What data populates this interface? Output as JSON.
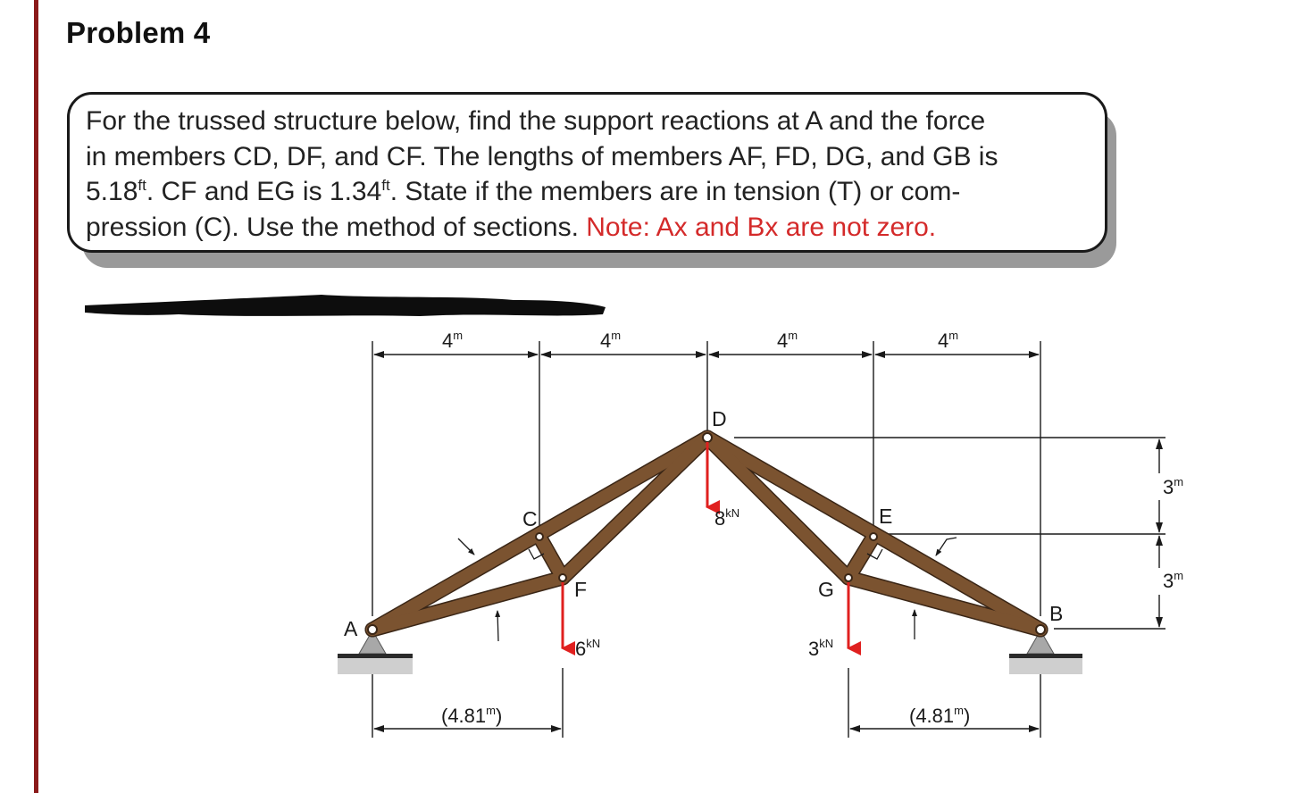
{
  "title": "Problem 4",
  "statement": {
    "line1": "For the trussed structure below, find the support reactions at A and the force",
    "line2": "in members CD, DF, and CF. The lengths of members AF, FD, DG, and GB is",
    "line3a": "5.18",
    "line3_unit1": "ft",
    "line3b": ".  CF and EG is 1.34",
    "line3_unit2": "ft",
    "line3c": ".  State if the members are in tension (T) or com-",
    "line4": "pression (C).  Use the method of sections.  ",
    "note": "Note: Ax and Bx are not zero."
  },
  "diagram": {
    "joints": {
      "A": "A",
      "B": "B",
      "C": "C",
      "D": "D",
      "E": "E",
      "F": "F",
      "G": "G"
    },
    "top_dims": [
      {
        "value": "4",
        "unit": "m"
      },
      {
        "value": "4",
        "unit": "m"
      },
      {
        "value": "4",
        "unit": "m"
      },
      {
        "value": "4",
        "unit": "m"
      }
    ],
    "right_dims": [
      {
        "value": "3",
        "unit": "m"
      },
      {
        "value": "3",
        "unit": "m"
      }
    ],
    "bottom_dims": [
      {
        "text": "(4.81",
        "unit": "m",
        "close": ")"
      },
      {
        "text": "(4.81",
        "unit": "m",
        "close": ")"
      }
    ],
    "loads": [
      {
        "value": "6",
        "unit": "kN",
        "at": "F"
      },
      {
        "value": "8",
        "unit": "kN",
        "at": "D"
      },
      {
        "value": "3",
        "unit": "kN",
        "at": "G"
      }
    ],
    "colors": {
      "member": "#7b5330",
      "member_edge": "#3a2616",
      "load": "#e0201f",
      "support": "#a8a8a8",
      "accent": "#8b1a1a"
    }
  }
}
